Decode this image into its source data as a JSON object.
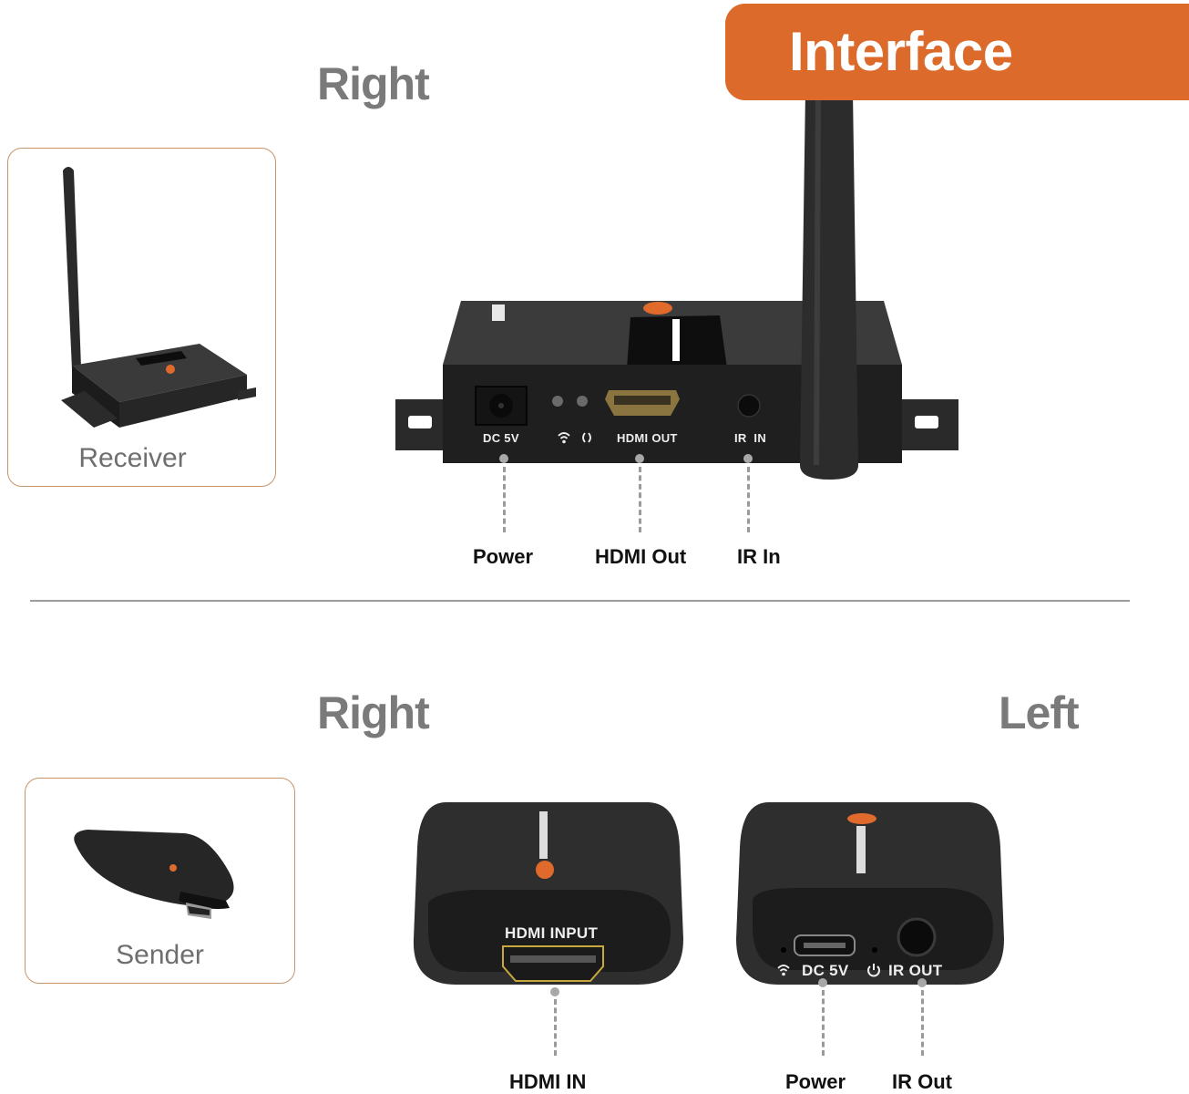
{
  "banner": {
    "title": "Interface",
    "color": "#dc6a2a"
  },
  "receiver_section": {
    "side_title": "Right",
    "thumbnail": {
      "label": "Receiver",
      "border_color": "#c89568"
    },
    "panel_silkscreen": {
      "dc": "DC 5V",
      "wifi_icon": "wifi-icon",
      "link_icon": "link-icon",
      "hdmi": "HDMI OUT",
      "ir": "IR  IN"
    },
    "callouts": [
      {
        "label": "Power"
      },
      {
        "label": "HDMI Out"
      },
      {
        "label": "IR In"
      }
    ]
  },
  "sender_section": {
    "right_title": "Right",
    "left_title": "Left",
    "thumbnail": {
      "label": "Sender",
      "border_color": "#c89568"
    },
    "right_panel_silkscreen": {
      "hdmi": "HDMI  INPUT"
    },
    "left_panel_silkscreen": {
      "wifi_icon": "wifi-icon",
      "dc": "DC 5V",
      "power_icon": "power-icon",
      "ir": "IR OUT"
    },
    "callouts": [
      {
        "label": "HDMI IN"
      },
      {
        "label": "Power"
      },
      {
        "label": "IR Out"
      }
    ]
  },
  "colors": {
    "accent": "#dc6a2a",
    "title_gray": "#7a7a7a",
    "device_black": "#232323",
    "divider": "#9c9c9c"
  }
}
